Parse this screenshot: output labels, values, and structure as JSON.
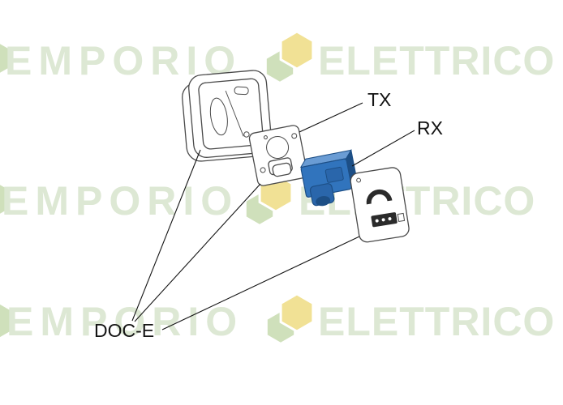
{
  "figure": {
    "labels": {
      "tx": "TX",
      "rx": "RX",
      "doc_e": "DOC-E"
    },
    "components": [
      {
        "name": "front-cover-drawing"
      },
      {
        "name": "tx-photocell-board-drawing"
      },
      {
        "name": "rx-photocell-module-drawing"
      },
      {
        "name": "back-plate-drawing"
      }
    ]
  },
  "watermark": {
    "rows": [
      {
        "left": "EMPORIO",
        "right": "ELETTRICO"
      },
      {
        "left": "EMPORIO",
        "right": "ELETTRICO"
      },
      {
        "left": "EMPORIO",
        "right": "ELETTRICO"
      }
    ]
  },
  "colors": {
    "watermark_text": "#dde8d4",
    "hex_yellow": "#f1e195",
    "hex_green": "#cfe0bb",
    "rx_blue": "#3174bd",
    "rx_blue_light": "#6a9cd4",
    "rx_blue_mid": "#2a66ab",
    "rx_blue_dark": "#1d4f86",
    "outline": "#4a4a4a",
    "dark_detail": "#2b2b2b",
    "label_text": "#141414"
  }
}
